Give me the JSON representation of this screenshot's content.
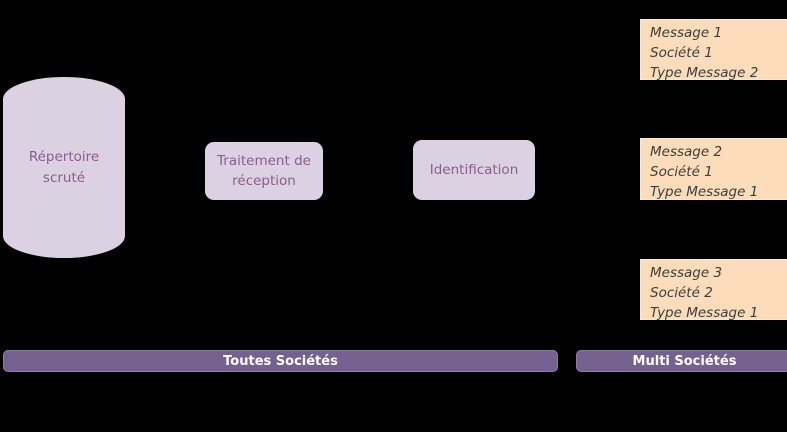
{
  "colors": {
    "background": "#000000",
    "shape_fill": "#dcd1e3",
    "shape_text": "#8a5d8f",
    "message_fill": "#fcdcba",
    "message_border": "#f7e9d4",
    "message_text": "#3d3d3d",
    "band_fill": "#75618f",
    "band_border": "#8d7ba6",
    "band_text": "#ffffff"
  },
  "diagram": {
    "repository": {
      "label": "Répertoire scruté"
    },
    "processes": [
      {
        "label": "Traitement de réception"
      },
      {
        "label": "Identification"
      }
    ],
    "messages": [
      {
        "lines": [
          "Message 1",
          "Société 1",
          "Type Message 2"
        ]
      },
      {
        "lines": [
          "Message 2",
          "Société 1",
          "Type Message 1"
        ]
      },
      {
        "lines": [
          "Message 3",
          "Société 2",
          "Type Message 1"
        ]
      }
    ],
    "bands": [
      {
        "label": "Toutes Sociétés"
      },
      {
        "label": "Multi Sociétés"
      }
    ]
  }
}
